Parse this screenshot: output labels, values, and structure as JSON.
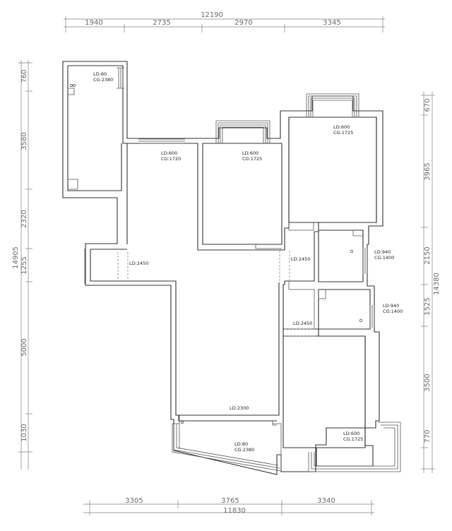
{
  "dimensions": {
    "top_total": "12190",
    "top_segments": [
      "1940",
      "2735",
      "2970",
      "3345"
    ],
    "bottom_segments": [
      "3305",
      "3765",
      "3340"
    ],
    "bottom_total": "11830",
    "left_total": "14905",
    "left_segments": [
      "760",
      "3580",
      "2320",
      "1255",
      "5000",
      "1030"
    ],
    "right_total": "14380",
    "right_segments": [
      "670",
      "3965",
      "2150",
      "1525",
      "3500",
      "770"
    ]
  },
  "labels": {
    "room_tl": {
      "ld": "LD:80",
      "cg": "CG:2380"
    },
    "win_top_left": {
      "ld": "LD:600",
      "cg": "CG:1720"
    },
    "room_mid": {
      "ld": "LD:600",
      "cg": "CG:1725"
    },
    "room_right_top": {
      "ld": "LD:600",
      "cg": "CG:1725"
    },
    "door_left": {
      "ld": "LD:2450"
    },
    "door_mid": {
      "ld": "LD:2450"
    },
    "door_right_low": {
      "ld": "LD:2450"
    },
    "room_bath1": {
      "ld": "LD:940",
      "cg": "CG:1400"
    },
    "room_bath2": {
      "ld": "LD:940",
      "cg": "CG:1400"
    },
    "opening_bottom": {
      "ld": "LD:2300"
    },
    "balcony_bottom": {
      "ld": "LD:80",
      "cg": "CG:2380"
    },
    "room_br": {
      "ld": "LD:600",
      "cg": "CG:1725"
    }
  }
}
